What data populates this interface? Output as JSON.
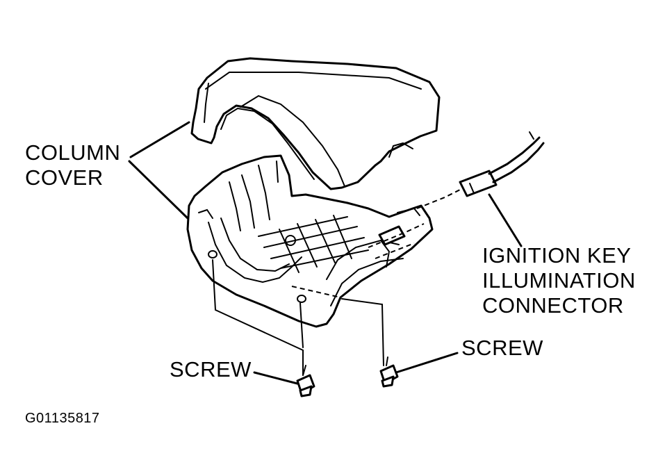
{
  "labels": {
    "column_cover": [
      "COLUMN",
      "COVER"
    ],
    "ignition_connector": [
      "IGNITION KEY",
      "ILLUMINATION",
      "CONNECTOR"
    ],
    "screw_left": "SCREW",
    "screw_right": "SCREW",
    "figure_id": "G01135817"
  },
  "colors": {
    "ink": "#000000",
    "background": "#ffffff"
  }
}
